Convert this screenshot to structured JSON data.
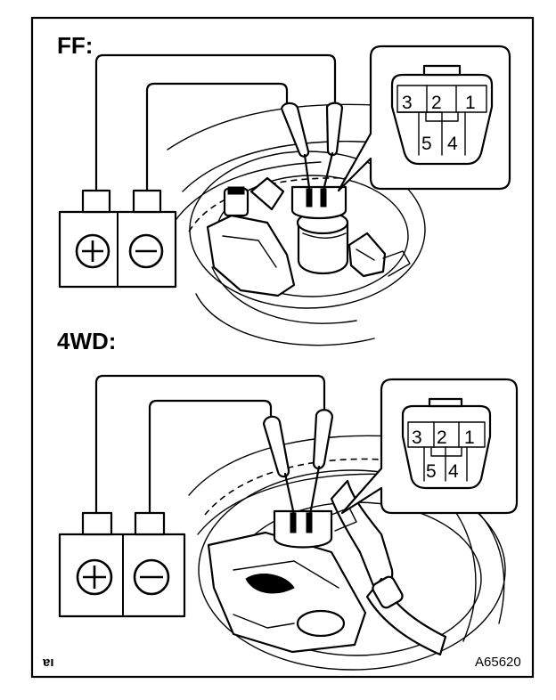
{
  "diagram": {
    "panels": [
      {
        "label": "FF:",
        "connector_pins": [
          "1",
          "2",
          "3",
          "4",
          "5"
        ],
        "meter_terminals": [
          "positive",
          "negative"
        ]
      },
      {
        "label": "4WD:",
        "connector_pins": [
          "1",
          "2",
          "3",
          "4",
          "5"
        ],
        "meter_terminals": [
          "positive",
          "negative"
        ]
      }
    ],
    "figure_code": "A65620",
    "corner_mark": "ɐı"
  }
}
